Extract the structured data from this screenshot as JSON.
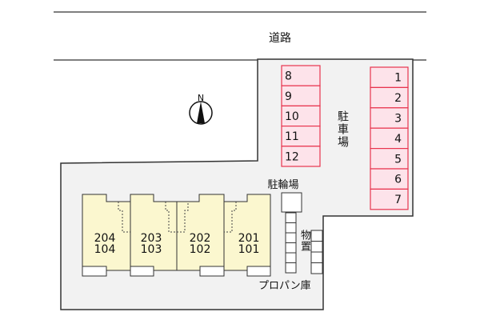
{
  "road_label": "道路",
  "parking_label": "駐車場",
  "bicycle_label": "駐輪場",
  "storage_label": "物置",
  "propane_label": "プロパン庫",
  "compass_label": "N",
  "parking_left": [
    "8",
    "9",
    "10",
    "11",
    "12"
  ],
  "parking_right": [
    "1",
    "2",
    "3",
    "4",
    "5",
    "6",
    "7"
  ],
  "units": [
    {
      "upper": "204",
      "lower": "104"
    },
    {
      "upper": "203",
      "lower": "103"
    },
    {
      "upper": "202",
      "lower": "102"
    },
    {
      "upper": "201",
      "lower": "101"
    }
  ],
  "colors": {
    "site": "#f2f2f2",
    "parking_fill": "#fde3ea",
    "parking_stroke": "#e8344e",
    "unit_fill": "#fbf7cf"
  }
}
